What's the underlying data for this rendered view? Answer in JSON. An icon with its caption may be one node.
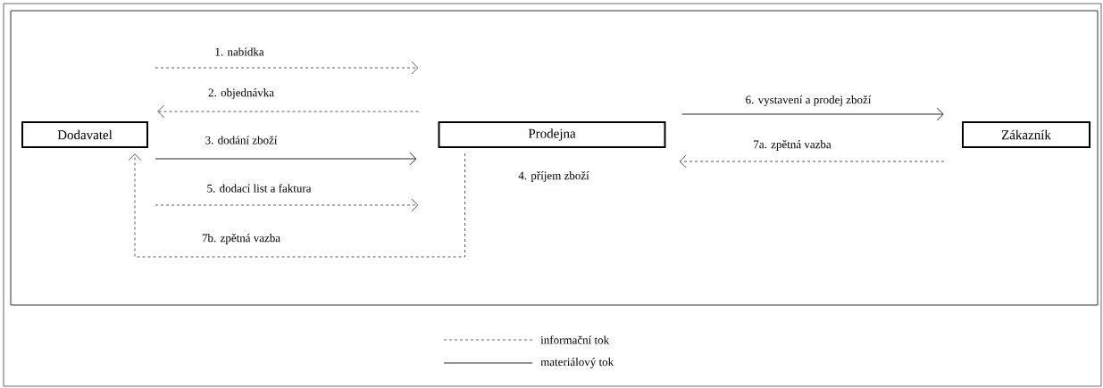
{
  "diagram": {
    "nodes": [
      {
        "text": [
          "Dodavatel"
        ]
      },
      {
        "text": [
          "Prodejna"
        ],
        "beside": [
          "4. příjem zboží"
        ]
      },
      {
        "text": [
          "Zákazník"
        ]
      }
    ],
    "edges": [
      {
        "from": 0,
        "to": 1,
        "arrow": "to",
        "label": "1. nabídka",
        "style": "dashed"
      },
      {
        "from": 1,
        "to": 0,
        "arrow": "to",
        "label": "2. objednávka",
        "style": "dashed"
      },
      {
        "from": 0,
        "to": 1,
        "arrow": "to",
        "label": "3. dodání zboží"
      },
      {
        "from": 0,
        "to": 1,
        "arrow": "to",
        "label": "5. dodací list a faktura",
        "style": "dashed"
      },
      {
        "from": 1,
        "to": 2,
        "arrow": "to",
        "label": "6. vystavení a prodej zboží"
      },
      {
        "from": 2,
        "to": 1,
        "arrow": "to",
        "label": "7a. zpětná vazba",
        "style": "dashed"
      },
      {
        "from": 1,
        "to": 0,
        "arrow": "to",
        "label": "7b. zpětná vazba",
        "style": "dashed"
      }
    ],
    "legend": [
      {
        "text": "informační tok"
      },
      {
        "text": "materiálový tok"
      }
    ]
  }
}
